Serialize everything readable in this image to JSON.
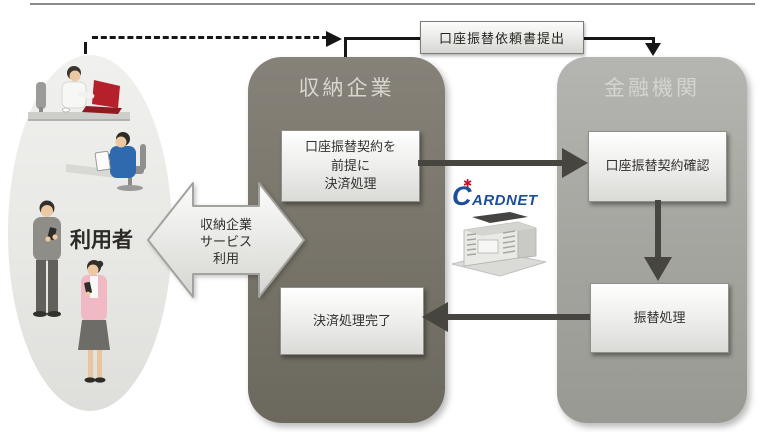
{
  "top_connector": {
    "label": "口座振替依頼書提出"
  },
  "users_group": {
    "label": "利用者",
    "figures": [
      "woman-at-desk-laptop",
      "man-seated-tablet",
      "man-standing-phone",
      "woman-standing-phone"
    ]
  },
  "service_arrow": {
    "line1": "収納企業",
    "line2": "サービス",
    "line3": "利用"
  },
  "collection_company": {
    "title": "収納企業",
    "settlement_box": {
      "line1": "口座振替契約を",
      "line2": "前提に",
      "line3": "決済処理"
    },
    "complete_box": {
      "label": "決済処理完了"
    }
  },
  "financial_institution": {
    "title": "金融機関",
    "confirm_box": {
      "label": "口座振替契約確認"
    },
    "transfer_box": {
      "label": "振替処理"
    }
  },
  "cardnet": {
    "brand": "CARDNET",
    "spark": "✱"
  },
  "colors": {
    "panel_dark": "#7a766c",
    "panel_light": "#a7a7a2",
    "flow_arrow": "#474540",
    "connector_line": "#161616",
    "cardnet_blue": "#1b4e9b",
    "cardnet_red": "#c41230",
    "laptop_red": "#b5202a",
    "suit_blue": "#2e6aad",
    "cardigan_pink": "#f0b9c4"
  }
}
